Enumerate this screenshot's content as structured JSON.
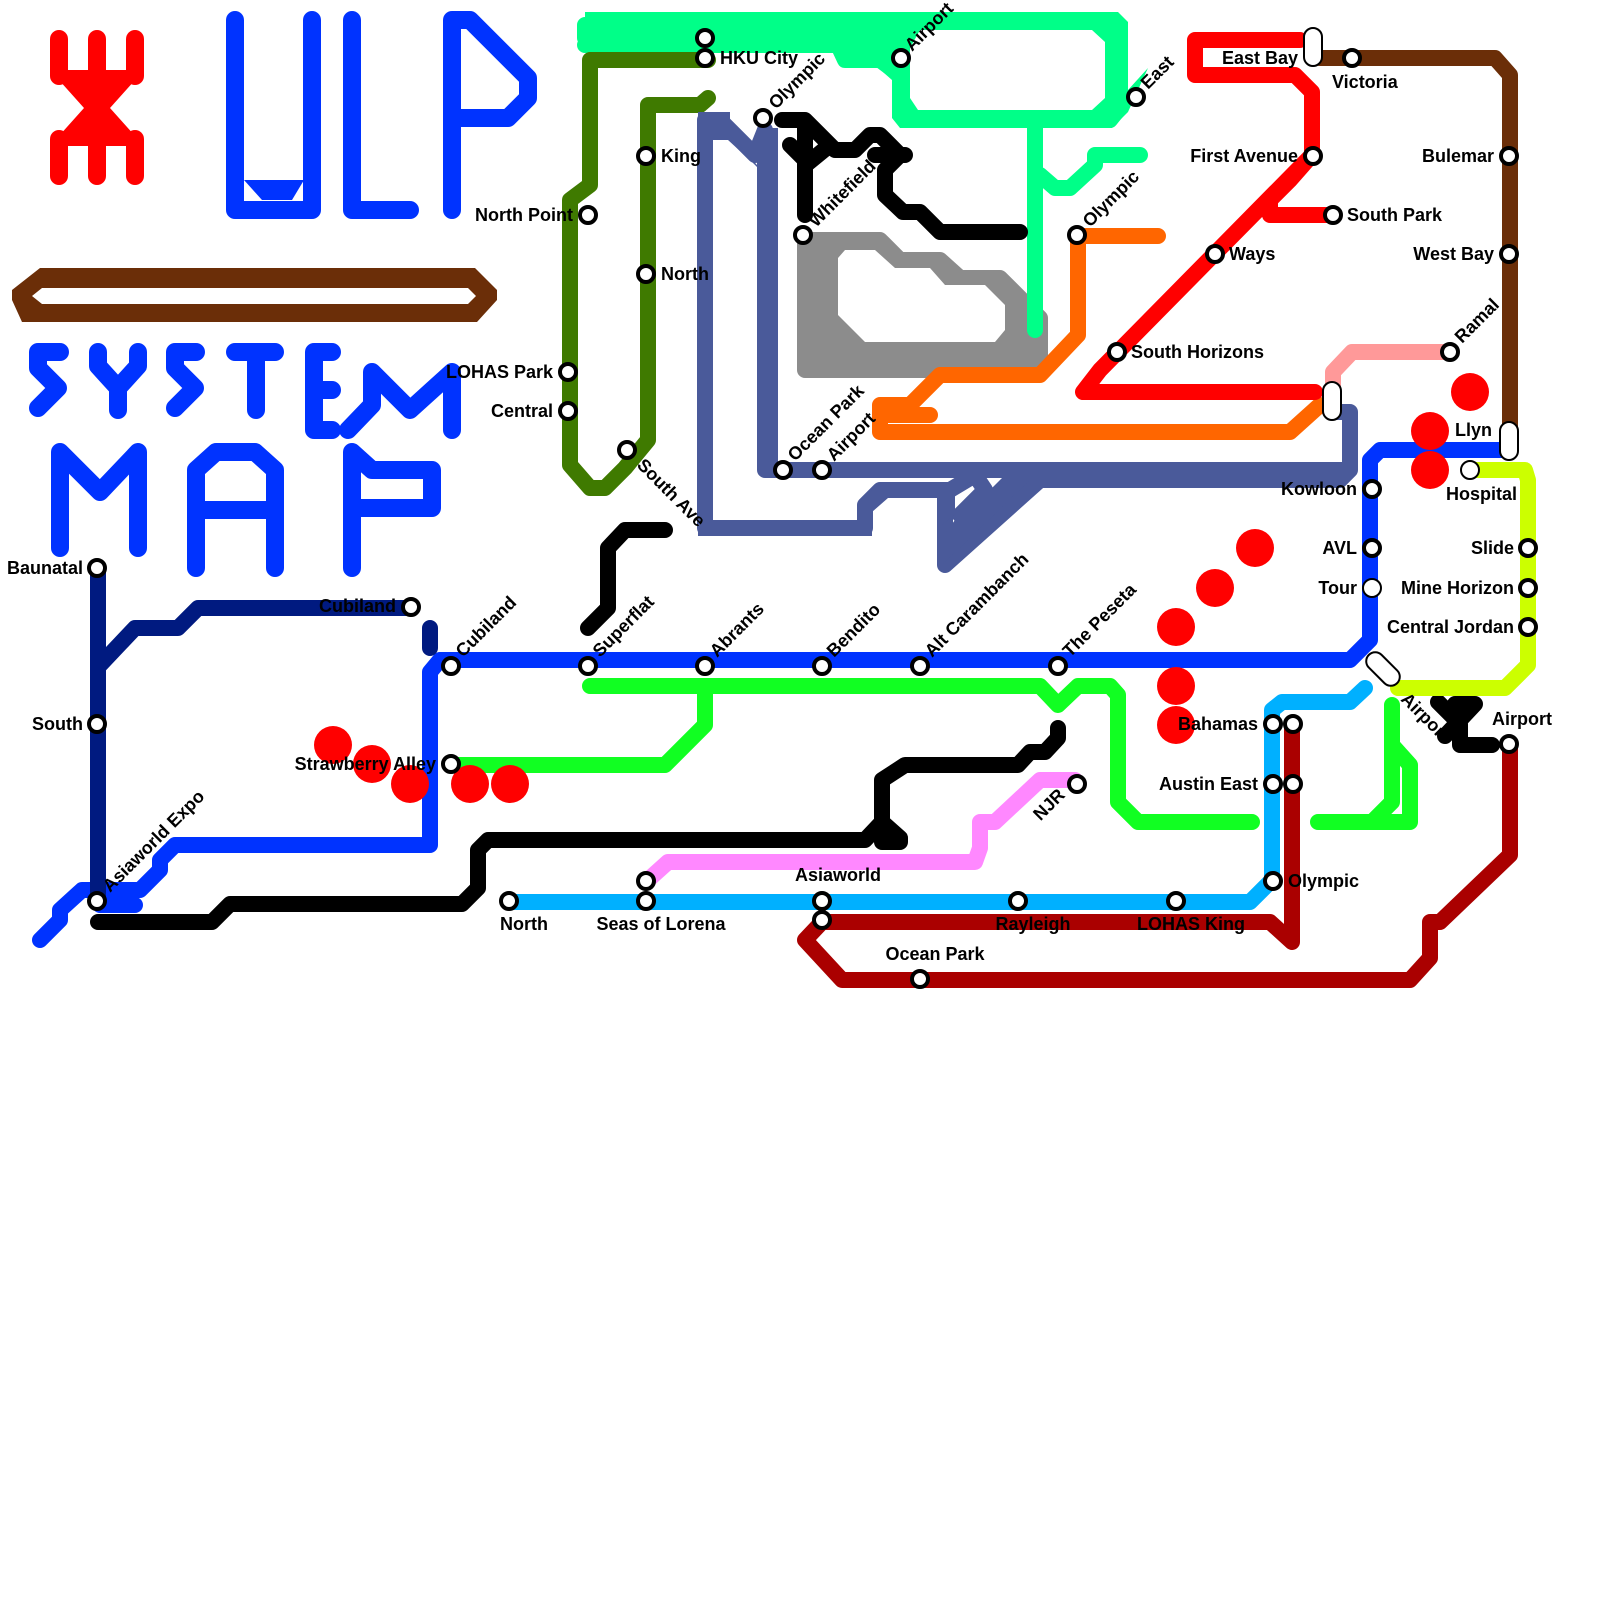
{
  "title": {
    "text": "ULP SYSTEM MAP",
    "logo_color": "#ff0000",
    "text_color": "#0033ff",
    "bar_color": "#6b2e08"
  },
  "lines": [
    {
      "id": "mint",
      "color": "#00ff88"
    },
    {
      "id": "olive",
      "color": "#3f7a00"
    },
    {
      "id": "slate",
      "color": "#4a5a9a"
    },
    {
      "id": "black",
      "color": "#000000"
    },
    {
      "id": "grey",
      "color": "#8c8c8c"
    },
    {
      "id": "orange",
      "color": "#ff6600"
    },
    {
      "id": "red",
      "color": "#ff0000"
    },
    {
      "id": "brown",
      "color": "#6b2e08"
    },
    {
      "id": "pink",
      "color": "#ff9999"
    },
    {
      "id": "blue",
      "color": "#0033ff"
    },
    {
      "id": "navy",
      "color": "#001a80"
    },
    {
      "id": "green",
      "color": "#11ff22"
    },
    {
      "id": "magenta",
      "color": "#ff88ff"
    },
    {
      "id": "sky",
      "color": "#00b0ff"
    },
    {
      "id": "darkred",
      "color": "#aa0000"
    },
    {
      "id": "lime",
      "color": "#ccff00"
    }
  ],
  "stations": {
    "hku_city": "HKU City",
    "airport_n": "Airport",
    "olympic_n": "Olympic",
    "east": "East",
    "east_bay": "East Bay",
    "victoria": "Victoria",
    "king": "King",
    "first_avenue": "First Avenue",
    "bulemar": "Bulemar",
    "whitefield": "Whitefield",
    "north_point": "North Point",
    "olympic_ne": "Olympic",
    "south_park": "South Park",
    "west_bay": "West Bay",
    "ways": "Ways",
    "north": "North",
    "ramal": "Ramal",
    "south_horizons": "South Horizons",
    "lohas_park": "LOHAS Park",
    "central": "Central",
    "ocean_park_n": "Ocean Park",
    "airport_c": "Airport",
    "llyn": "Llyn",
    "south_ave": "South Ave",
    "kowloon": "Kowloon",
    "hospital": "Hospital",
    "avl": "AVL",
    "slide": "Slide",
    "baunatal": "Baunatal",
    "tour": "Tour",
    "mine_horizon": "Mine Horizon",
    "cubiland_w": "Cubiland",
    "cubiland": "Cubiland",
    "superflat": "Superflat",
    "abrants": "Abrants",
    "bendito": "Bendito",
    "alt_carambanch": "Alt Carambanch",
    "the_peseta": "The Peseta",
    "central_jordan": "Central Jordan",
    "south": "South",
    "bahamas": "Bahamas",
    "airport_e": "Airport",
    "airport_se": "Airport",
    "strawberry_alley": "Strawberry Alley",
    "njr": "NJR",
    "austin_east": "Austin East",
    "asiaworld_expo": "Asiaworld Expo",
    "olympic_s": "Olympic",
    "asiaworld": "Asiaworld",
    "north_s": "North",
    "seas_of_lorena": "Seas of Lorena",
    "rayleigh": "Rayleigh",
    "lohas_king": "LOHAS King",
    "ocean_park_s": "Ocean Park"
  }
}
